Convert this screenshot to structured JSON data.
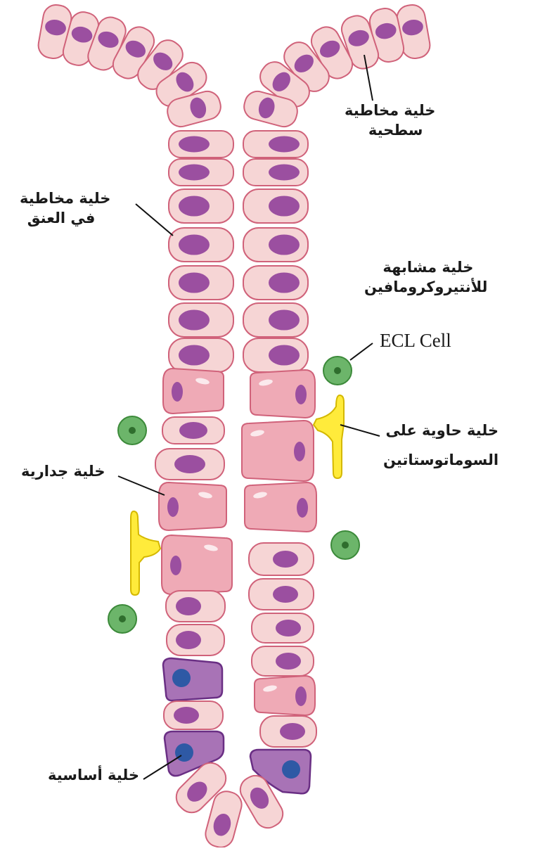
{
  "labels": {
    "surface_mucous_l1": "خلية مخاطية",
    "surface_mucous_l2": "سطحية",
    "neck_mucous_l1": "خلية مخاطية",
    "neck_mucous_l2": "في العنق",
    "ecl_l1": "خلية مشابهة",
    "ecl_l2": "للأنتيروكرومافين",
    "ecl_en": "ECL Cell",
    "somatostatin_l1": "خلية حاوية على",
    "somatostatin_l2": "السوماتوستاتين",
    "parietal": "خلية جدارية",
    "chief": "خلية أساسية"
  },
  "colors": {
    "mucous_fill": "#f6d5d5",
    "mucous_outline": "#d0627a",
    "mucous_nucleus": "#9b4fa0",
    "parietal_fill": "#efaab6",
    "chief_fill": "#a873b6",
    "chief_outline": "#6a2f84",
    "chief_nucleus": "#2e59a5",
    "ecl_fill": "#6cb56a",
    "ecl_outline": "#3c8a3a",
    "ecl_nucleus": "#2f6e2d",
    "somatostatin_fill": "#ffeb3b",
    "somatostatin_outline": "#d4b800",
    "leader_line": "#111111"
  }
}
